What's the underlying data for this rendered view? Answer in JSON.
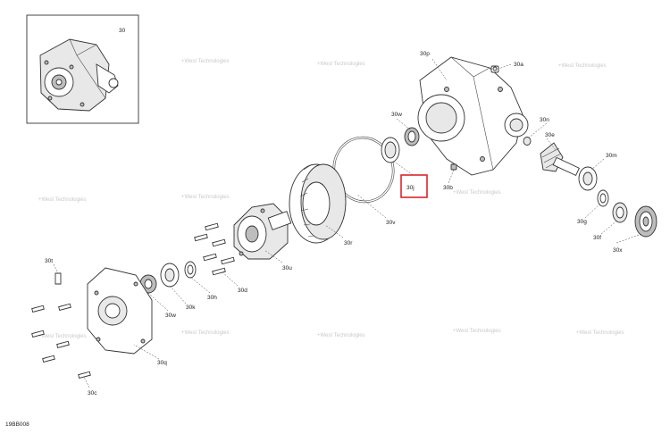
{
  "document_id": "19BB008",
  "watermark_text": "+West Technologies",
  "highlight_color": "#d9262c",
  "inset_label": "30",
  "labels": {
    "30a": "30a",
    "30b": "30b",
    "30c": "30c",
    "30d": "30d",
    "30e": "30e",
    "30f": "30f",
    "30g": "30g",
    "30h": "30h",
    "30j": "30j",
    "30k": "30k",
    "30m": "30m",
    "30n": "30n",
    "30p": "30p",
    "30q": "30q",
    "30r": "30r",
    "30t": "30t",
    "30u": "30u",
    "30v": "30v",
    "30w_top": "30w",
    "30w_bottom": "30w",
    "30x": "30x"
  }
}
